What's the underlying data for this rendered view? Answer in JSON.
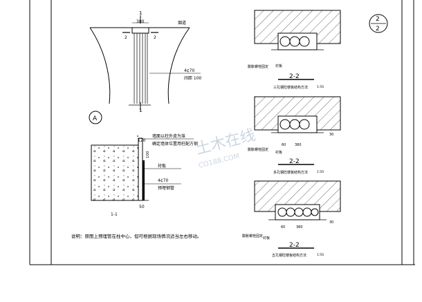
{
  "top_detail": {
    "section_mark": "1",
    "section_mark_bottom": "1",
    "width_dim": "380",
    "cut_mark_left": "2",
    "cut_mark_right": "2",
    "label_chimney": "烟道",
    "rebar_count": "4¢70",
    "spacing": "间距 100",
    "circle_label": "A"
  },
  "bottom_left_detail": {
    "note_1": "墙面以柱外皮为准",
    "note_2": "确定墙体位置用柱配方钢",
    "dim_120": "120",
    "dim_100": "100",
    "label_board": "衬板",
    "rebar": "4¢70",
    "label_pipe": "预埋钢管",
    "dim_50": "50",
    "section_label": "1-1"
  },
  "note": "说明：原图上预埋管在柱中心，但可根据现场情况适当左右移动。",
  "sheet_mark": {
    "top": "2",
    "bottom": "2"
  },
  "sections": [
    {
      "title": "2-2",
      "scale": "1:50",
      "caption": "三孔钢砼楼板结构方法",
      "left_label": "膨胀螺栓固定",
      "right_label": "衬板"
    },
    {
      "title": "2-2",
      "scale": "1:50",
      "caption": "多孔钢砼楼板结构方法",
      "left_label": "膨胀螺栓固定",
      "right_label": "衬板",
      "dim_60": "60",
      "dim_380": "380",
      "dim_30": "30"
    },
    {
      "title": "2-2",
      "scale": "1:50",
      "caption": "五孔钢砼楼板结构方法",
      "left_label": "膨胀螺栓固定",
      "right_label": "衬板",
      "dim_60": "60",
      "dim_380": "380",
      "dim_30": "30"
    }
  ],
  "watermark": {
    "brand": "土木在线",
    "url": "CO188.COM"
  }
}
